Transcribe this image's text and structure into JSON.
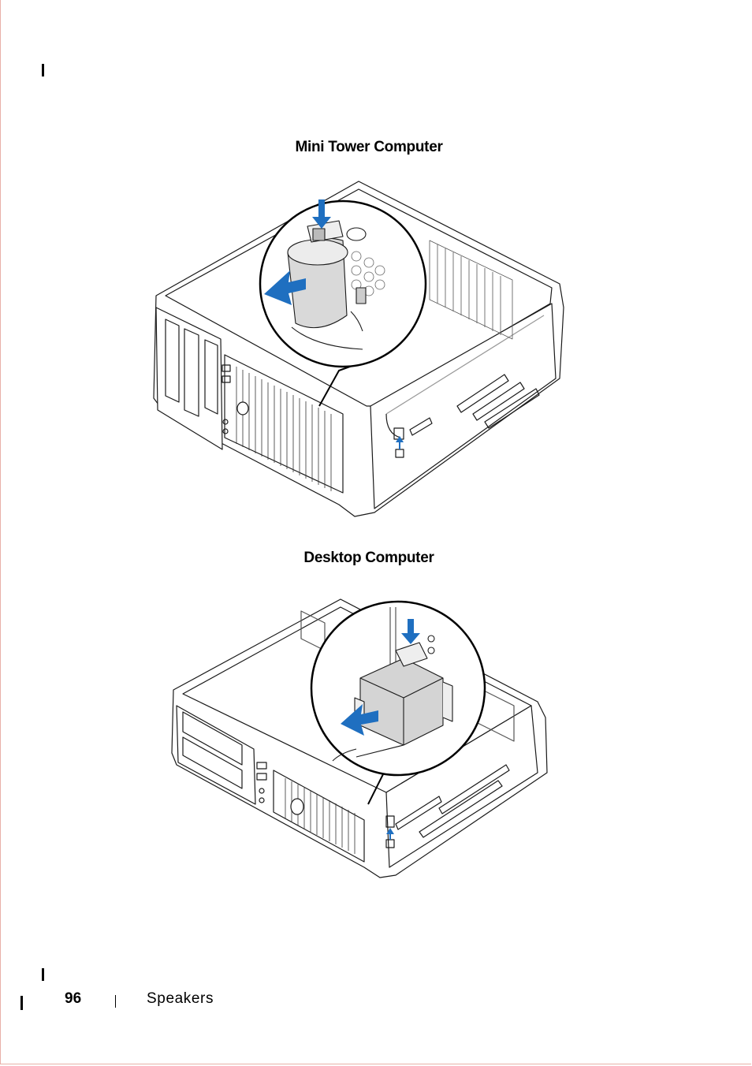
{
  "figures": [
    {
      "title": "Mini Tower Computer"
    },
    {
      "title": "Desktop Computer"
    }
  ],
  "footer": {
    "page_number": "96",
    "section": "Speakers"
  },
  "colors": {
    "arrow": "#1f6fc0",
    "line": "#1a1a1a",
    "edge_rule": "#e8b0a8"
  }
}
